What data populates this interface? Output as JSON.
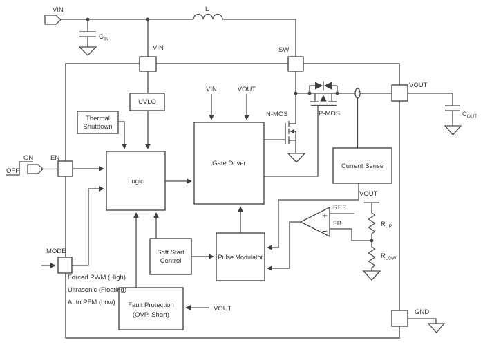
{
  "colors": {
    "stroke": "#4a4a4a",
    "text": "#333333"
  },
  "external": {
    "vin_input": "VIN",
    "inductor": "L",
    "cin": {
      "name": "C",
      "sub": "IN"
    },
    "cout": {
      "name": "C",
      "sub": "OUT"
    },
    "on": "ON",
    "off": "OFF"
  },
  "pins": {
    "vin": "VIN",
    "sw": "SW",
    "en": "EN",
    "mode": "MODE",
    "vout": "VOUT",
    "gnd": "GND"
  },
  "mode_options": [
    "Forced PWM (High)",
    "Ultrasonic (Floating)",
    "Auto PFM (Low)"
  ],
  "blocks": {
    "uvlo": "UVLO",
    "thermal_line1": "Thermal",
    "thermal_line2": "Shutdown",
    "logic": "Logic",
    "gate_driver": "Gate Driver",
    "current_sense": "Current Sense",
    "soft_start_line1": "Soft Start",
    "soft_start_line2": "Control",
    "pulse_modulator": "Pulse Modulator",
    "fault_line1": "Fault Protection",
    "fault_line2": "(OVP, Short)"
  },
  "gate_driver_inputs": {
    "vin": "VIN",
    "vout": "VOUT"
  },
  "mosfets": {
    "nmos": "N-MOS",
    "pmos": "P-MOS"
  },
  "feedback": {
    "ref": "REF",
    "fb": "FB",
    "vout_rail": "VOUT",
    "plus": "+",
    "minus": "−",
    "rup": {
      "name": "R",
      "sub": "UP"
    },
    "rlow": {
      "name": "R",
      "sub": "LOW"
    }
  },
  "fault_input": "VOUT"
}
